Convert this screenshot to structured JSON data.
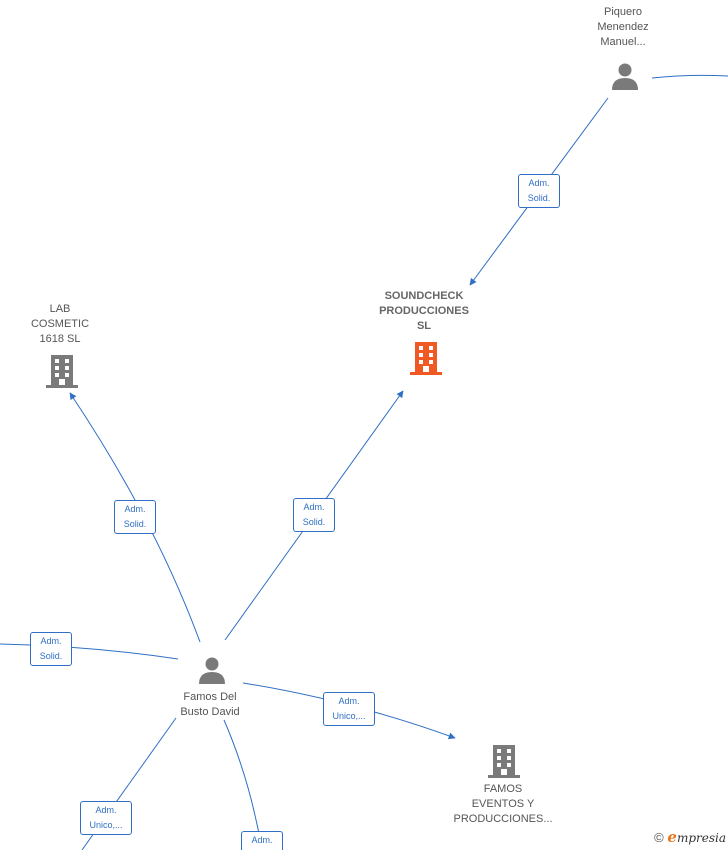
{
  "colors": {
    "edge": "#2f6fc4",
    "company": "#7a7a7a",
    "main_company": "#f05a22",
    "person": "#7a7a7a"
  },
  "nodes": {
    "piquero": {
      "lines": [
        "Piquero",
        "Menendez",
        "Manuel..."
      ],
      "icon": "person-icon"
    },
    "soundcheck": {
      "lines": [
        "SOUNDCHECK",
        "PRODUCCIONES",
        "SL"
      ],
      "icon": "building-icon"
    },
    "lab": {
      "lines": [
        "LAB",
        "COSMETIC",
        "1618 SL"
      ],
      "icon": "building-icon"
    },
    "famos_david": {
      "lines": [
        "Famos Del",
        "Busto David"
      ],
      "icon": "person-icon"
    },
    "famos_eventos": {
      "lines": [
        "FAMOS",
        "EVENTOS Y",
        "PRODUCCIONES..."
      ],
      "icon": "building-icon"
    }
  },
  "edge_labels": {
    "piquero_soundcheck": [
      "Adm.",
      "Solid."
    ],
    "david_lab": [
      "Adm.",
      "Solid."
    ],
    "david_soundcheck": [
      "Adm.",
      "Solid."
    ],
    "david_left": [
      "Adm.",
      "Solid."
    ],
    "david_eventos": [
      "Adm.",
      "Unico,..."
    ],
    "david_bottom_left": [
      "Adm.",
      "Unico,..."
    ],
    "david_bottom": [
      "Adm."
    ]
  },
  "footer": {
    "copyright_symbol": "©",
    "brand_initial": "e",
    "brand_rest": "mpresia"
  }
}
